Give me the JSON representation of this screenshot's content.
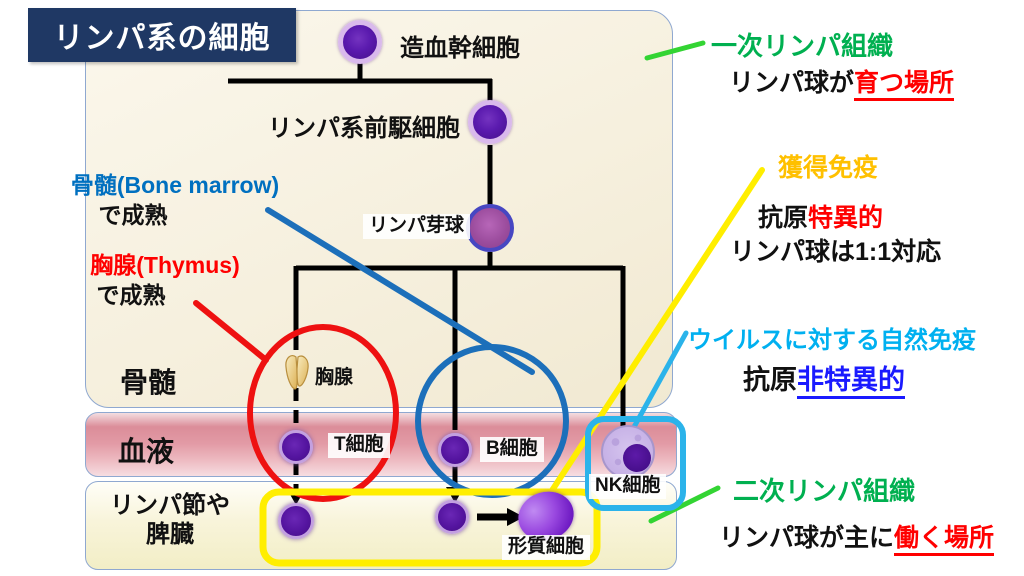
{
  "title": "リンパ系の細胞",
  "colors": {
    "navy": "#1f3864",
    "green_text": "#00b050",
    "green_line": "#33d433",
    "gold_text": "#ffc000",
    "cyan_text": "#00b0f0",
    "box_cyan": "#2bb3ea",
    "red_text": "#ff0000",
    "red_line": "#ee1111",
    "blue_text": "#0070c0",
    "line_blue": "#1c6fba",
    "link_blue": "#1a1aff",
    "yellow_line": "#ffee00",
    "cell_purple": "#54149f"
  },
  "tree": {
    "stem_cell": "造血幹細胞",
    "progenitor": "リンパ系前駆細胞",
    "lymphoblast": "リンパ芽球",
    "thymus": "胸腺",
    "t_cell": "T細胞",
    "b_cell": "B細胞",
    "nk_cell": "NK細胞",
    "plasma_cell": "形質細胞"
  },
  "left_annotations": {
    "bone_marrow": "骨髄(Bone marrow)",
    "bone_marrow_sub": "で成熟",
    "thymus": "胸腺(Thymus)",
    "thymus_sub": "で成熟"
  },
  "rows": {
    "bone_marrow": "骨髄",
    "blood": "血液",
    "lymph_line1": "リンパ節や",
    "lymph_line2": "脾臓"
  },
  "right_annotations": {
    "primary_title": "一次リンパ組織",
    "primary_sub_black": "リンパ球が",
    "primary_sub_red": "育つ場所",
    "acquired_title": "獲得免疫",
    "acquired_l1_black": "抗原",
    "acquired_l1_red": "特異的",
    "acquired_l2": "リンパ球は1:1対応",
    "innate_title": "ウイルスに対する自然免疫",
    "innate_black": "抗原",
    "innate_blue": "非特異的",
    "secondary_title": "二次リンパ組織",
    "secondary_sub_black": "リンパ球が主に",
    "secondary_sub_red": "働く場所"
  }
}
